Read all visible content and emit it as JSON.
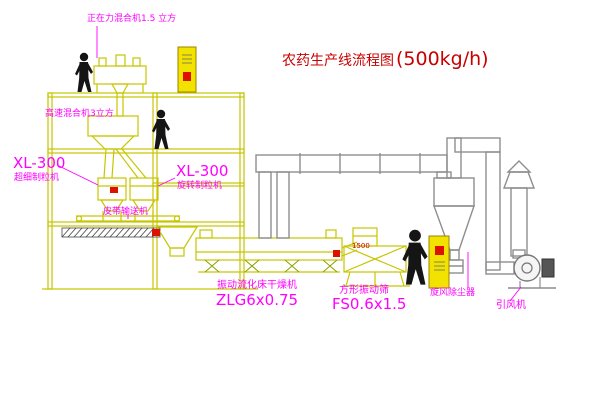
{
  "title": {
    "name": "农药生产线流程图",
    "capacity": "(500kg/h)"
  },
  "labels": {
    "top_mixer": "正在力混合机1.5 立方",
    "high_speed_mixer": "高速混合机3立方",
    "granulator_left_model": "XL-300",
    "granulator_left_name": "超细制粒机",
    "granulator_right_model": "XL-300",
    "granulator_right_name": "旋转制粒机",
    "belt_conveyor": "皮带输送机",
    "dryer_name": "振动流化床干燥机",
    "dryer_model": "ZLG6x0.75",
    "sieve_name": "方形振动筛",
    "sieve_model": "FS0.6x1.5",
    "cyclone": "旋风除尘器",
    "fan": "引风机",
    "sieve_dim": "1500"
  },
  "colors": {
    "structure_yellow": "#c6c600",
    "duct_gray": "#8e8e8e",
    "label_magenta": "#ff00ff",
    "title_red": "#c80000",
    "accent_red": "#dd1100",
    "cabinet_fill": "#f2e200",
    "support_green": "#8aa000",
    "figure_black": "#151515"
  }
}
